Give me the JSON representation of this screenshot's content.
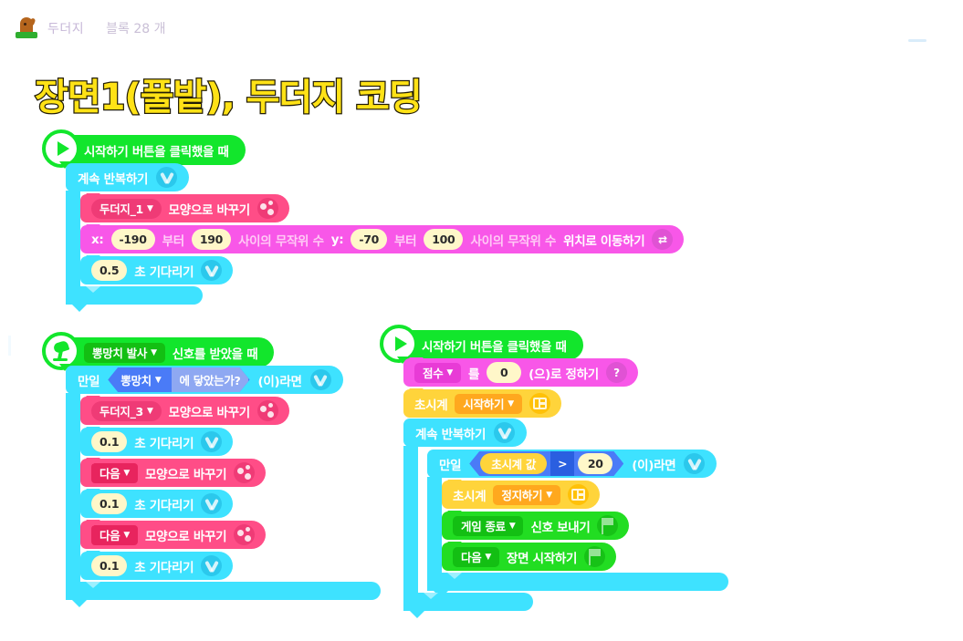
{
  "header": {
    "logo_icon": "mole-icon",
    "project_name": "두더지",
    "block_count_label": "블록 28 개",
    "minimize_icon": "minimize-icon"
  },
  "scene": {
    "title": "장면1(풀밭), 두더지 코딩"
  },
  "colors": {
    "event_green": "#12e62c",
    "look_pink": "#ff4d87",
    "move_magenta": "#f857e8",
    "control_cyan": "#3ee2ff",
    "data_yellow": "#ffd43b",
    "signal_green": "#22dd22",
    "boolean_blue": "#4a7bf7",
    "title_yellow": "#ffe216"
  },
  "scripts": [
    {
      "id": "script-1",
      "hat": {
        "icon": "play-icon",
        "label": "시작하기 버튼을 클릭했을 때"
      },
      "loop": {
        "label": "계속 반복하기",
        "icon": "control-chevron-icon",
        "blocks": [
          {
            "type": "look-change-shape",
            "dropdown": "두더지_1",
            "label": "모양으로 바꾸기",
            "icon": "shape-dots-icon"
          },
          {
            "type": "move-to-random",
            "x_label": "x:",
            "x_from": "-190",
            "x_between": "부터",
            "x_to": "190",
            "x_suffix": "사이의 무작위 수",
            "y_label": "y:",
            "y_from": "-70",
            "y_between": "부터",
            "y_to": "100",
            "y_suffix": "사이의 무작위 수",
            "tail": "위치로 이동하기",
            "icon": "move-arrows-icon"
          },
          {
            "type": "wait-seconds",
            "value": "0.5",
            "label": "초 기다리기",
            "icon": "control-chevron-icon"
          }
        ]
      }
    },
    {
      "id": "script-2",
      "hat": {
        "icon": "signal-dish-icon",
        "dropdown": "뽕망치 발사",
        "label": "신호를 받았을 때"
      },
      "if": {
        "prefix": "만일",
        "condition_subject": "뽕망치",
        "condition_predicate": "에 닿았는가?",
        "suffix": "(이)라면",
        "icon": "control-chevron-icon",
        "blocks": [
          {
            "type": "look-change-shape",
            "dropdown": "두더지_3",
            "label": "모양으로 바꾸기",
            "icon": "shape-dots-icon"
          },
          {
            "type": "wait-seconds",
            "value": "0.1",
            "label": "초 기다리기",
            "icon": "control-chevron-icon"
          },
          {
            "type": "look-change-shape",
            "dropdown": "다음",
            "label": "모양으로 바꾸기",
            "icon": "shape-dots-icon"
          },
          {
            "type": "wait-seconds",
            "value": "0.1",
            "label": "초 기다리기",
            "icon": "control-chevron-icon"
          },
          {
            "type": "look-change-shape",
            "dropdown": "다음",
            "label": "모양으로 바꾸기",
            "icon": "shape-dots-icon"
          },
          {
            "type": "wait-seconds",
            "value": "0.1",
            "label": "초 기다리기",
            "icon": "control-chevron-icon"
          }
        ]
      }
    },
    {
      "id": "script-3",
      "hat": {
        "icon": "play-icon",
        "label": "시작하기 버튼을 클릭했을 때"
      },
      "blocks": [
        {
          "type": "set-variable",
          "dropdown": "점수",
          "mid": "를",
          "value": "0",
          "tail": "(으)로 정하기",
          "icon": "question-icon"
        },
        {
          "type": "timer-control",
          "label": "초시계",
          "dropdown": "시작하기",
          "icon": "data-grid-icon"
        }
      ],
      "loop": {
        "label": "계속 반복하기",
        "icon": "control-chevron-icon",
        "if": {
          "prefix": "만일",
          "left_operand": "초시계 값",
          "operator": ">",
          "right_operand": "20",
          "suffix": "(이)라면",
          "icon": "control-chevron-icon",
          "blocks": [
            {
              "type": "timer-control",
              "label": "초시계",
              "dropdown": "정지하기",
              "icon": "data-grid-icon"
            },
            {
              "type": "broadcast",
              "dropdown": "게임 종료",
              "label": "신호 보내기",
              "icon": "flag-icon"
            },
            {
              "type": "start-scene",
              "dropdown": "다음",
              "label": "장면 시작하기",
              "icon": "flag-icon"
            }
          ]
        }
      }
    }
  ]
}
